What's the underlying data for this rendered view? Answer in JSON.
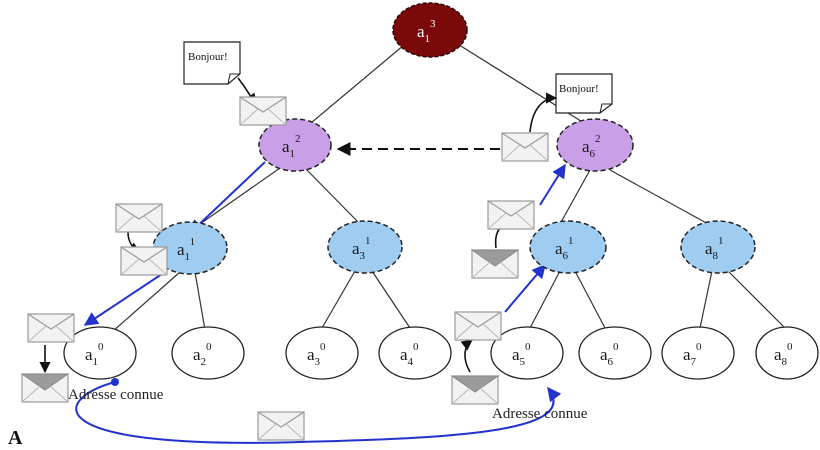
{
  "panel_label": "A",
  "colors": {
    "root": "#7a0a0a",
    "level2": "#c9a0e8",
    "level1": "#9fcdf2",
    "leaf": "#ffffff",
    "blue_arrow": "#2233cc",
    "edge": "#333333"
  },
  "icons": {
    "message": "envelope-icon",
    "greeting": "speech-bubble-icon"
  },
  "greeting_text": "Bonjour!",
  "address_known_label": "Adresse connue",
  "nodes": {
    "a1_3": {
      "base": "a",
      "sub": "1",
      "sup": "3"
    },
    "a1_2": {
      "base": "a",
      "sub": "1",
      "sup": "2"
    },
    "a6_2": {
      "base": "a",
      "sub": "6",
      "sup": "2"
    },
    "a1_1": {
      "base": "a",
      "sub": "1",
      "sup": "1"
    },
    "a3_1": {
      "base": "a",
      "sub": "3",
      "sup": "1"
    },
    "a6_1": {
      "base": "a",
      "sub": "6",
      "sup": "1"
    },
    "a8_1": {
      "base": "a",
      "sub": "8",
      "sup": "1"
    },
    "a1_0": {
      "base": "a",
      "sub": "1",
      "sup": "0"
    },
    "a2_0": {
      "base": "a",
      "sub": "2",
      "sup": "0"
    },
    "a3_0": {
      "base": "a",
      "sub": "3",
      "sup": "0"
    },
    "a4_0": {
      "base": "a",
      "sub": "4",
      "sup": "0"
    },
    "a5_0": {
      "base": "a",
      "sub": "5",
      "sup": "0"
    },
    "a6_0": {
      "base": "a",
      "sub": "6",
      "sup": "0"
    },
    "a7_0": {
      "base": "a",
      "sub": "7",
      "sup": "0"
    },
    "a8_0": {
      "base": "a",
      "sub": "8",
      "sup": "0"
    }
  }
}
